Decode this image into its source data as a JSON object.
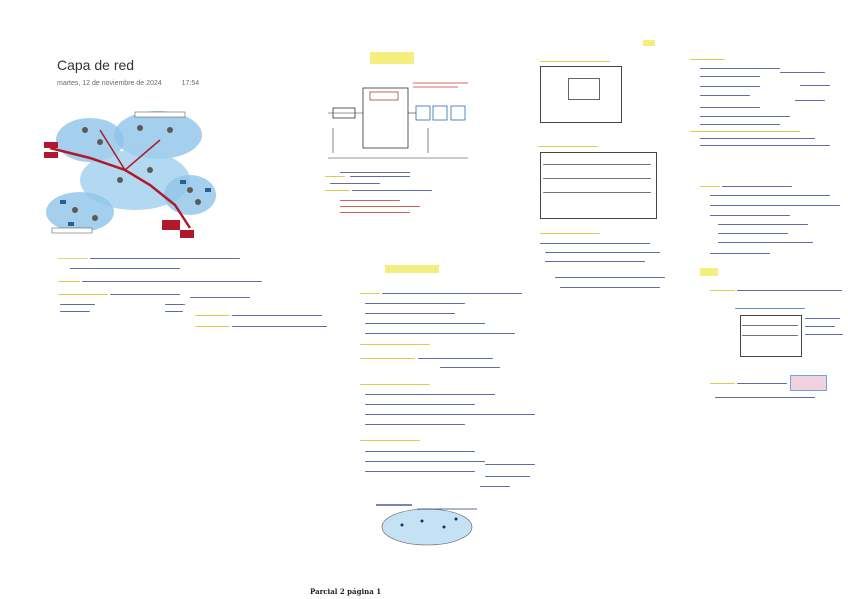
{
  "page": {
    "title": "Capa de red",
    "date": "martes, 12 de noviembre de 2024",
    "time": "17:54",
    "footer": "Parcial 2 página 1"
  },
  "colors": {
    "ink": "#1d2a6b",
    "highlight": "#f3ee7d",
    "network_blue": "#8fc4e8",
    "router_red": "#b0192b"
  },
  "icons": [
    "network-diagram",
    "router-icon",
    "arrow-icon"
  ]
}
